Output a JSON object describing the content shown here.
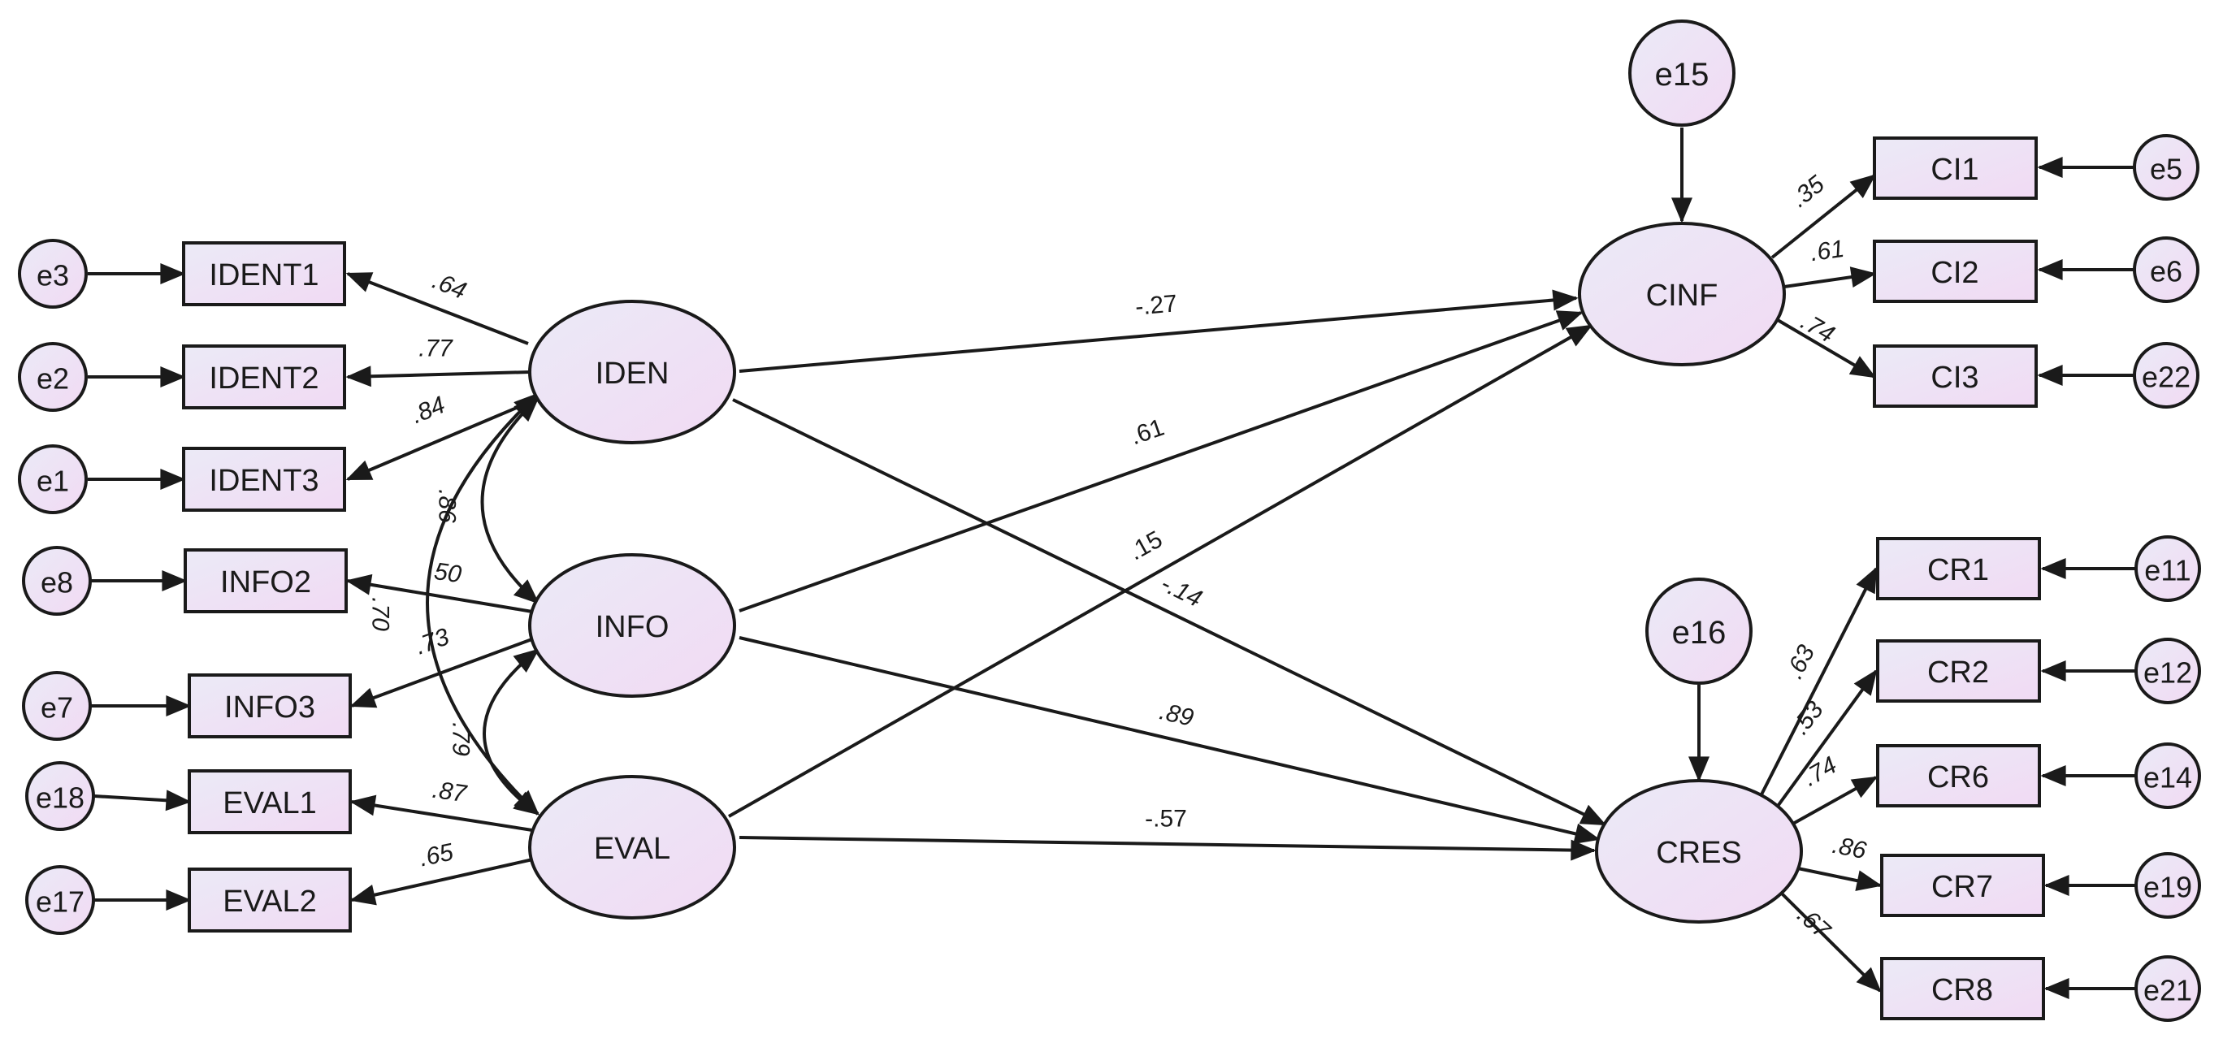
{
  "latent": {
    "iden": "IDEN",
    "info": "INFO",
    "eval": "EVAL",
    "cinf": "CINF",
    "cres": "CRES"
  },
  "observed": {
    "ident1": "IDENT1",
    "ident2": "IDENT2",
    "ident3": "IDENT3",
    "info2": "INFO2",
    "info3": "INFO3",
    "eval1": "EVAL1",
    "eval2": "EVAL2",
    "ci1": "CI1",
    "ci2": "CI2",
    "ci3": "CI3",
    "cr1": "CR1",
    "cr2": "CR2",
    "cr6": "CR6",
    "cr7": "CR7",
    "cr8": "CR8"
  },
  "errors": {
    "e1": "e1",
    "e2": "e2",
    "e3": "e3",
    "e5": "e5",
    "e6": "e6",
    "e7": "e7",
    "e8": "e8",
    "e11": "e11",
    "e12": "e12",
    "e14": "e14",
    "e15": "e15",
    "e16": "e16",
    "e17": "e17",
    "e18": "e18",
    "e19": "e19",
    "e21": "e21",
    "e22": "e22"
  },
  "loadings": {
    "iden_ident1": ".64",
    "iden_ident2": ".77",
    "iden_ident3": ".84",
    "info_info2": ".50",
    "info_info3": ".73",
    "eval_eval1": ".87",
    "eval_eval2": ".65",
    "cinf_ci1": ".35",
    "cinf_ci2": ".61",
    "cinf_ci3": ".74",
    "cres_cr1": ".63",
    "cres_cr2": ".53",
    "cres_cr6": ".74",
    "cres_cr7": ".86",
    "cres_cr8": ".67"
  },
  "paths": {
    "iden_cinf": "-.27",
    "info_cinf": ".61",
    "eval_cinf": ".15",
    "iden_cres": "-.14",
    "info_cres": ".89",
    "eval_cres": "-.57"
  },
  "correlations": {
    "iden_info": ".86",
    "iden_eval": ".70",
    "info_eval": ".79"
  },
  "colors": {
    "node_fill_start": "#ebeaf6",
    "node_fill_end": "#f1daf4",
    "stroke": "#1a1a1a"
  }
}
